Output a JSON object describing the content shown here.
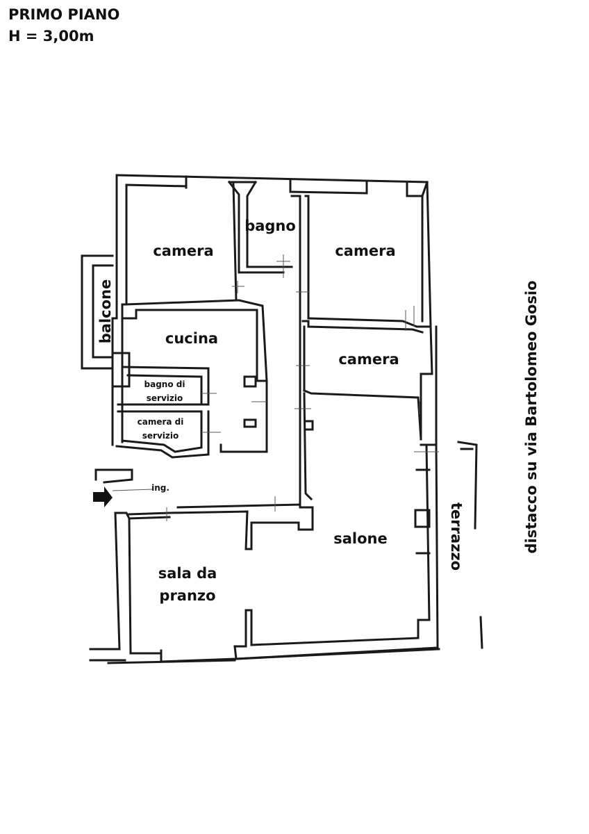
{
  "header": {
    "floor": "PRIMO PIANO",
    "height": "H = 3,00m"
  },
  "side_note": "distacco su via Bartolomeo Gosio",
  "rooms": {
    "camera_1": "camera",
    "bagno": "bagno",
    "camera_2": "camera",
    "cucina": "cucina",
    "camera_3": "camera",
    "bagno_servizio": [
      "bagno di",
      "servizio"
    ],
    "camera_servizio": [
      "camera di",
      "servizio"
    ],
    "ingresso": "ing.",
    "salone": "salone",
    "sala_pranzo": [
      "sala da",
      "pranzo"
    ]
  },
  "exterior": {
    "balcone": "balcone",
    "terrazzo": "terrazzo"
  }
}
